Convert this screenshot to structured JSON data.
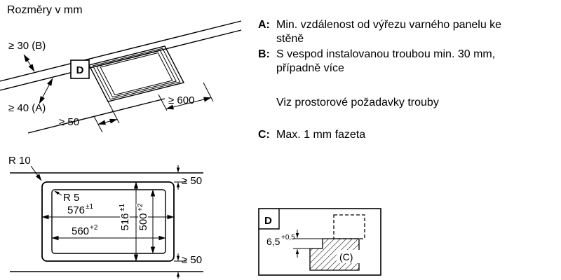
{
  "title": "Rozměry v mm",
  "iso_view": {
    "dim_wall_b": "≥ 30 (B)",
    "detail_marker": "D",
    "dim_wall_a": "≥ 40 (A)",
    "dim_front": "≥ 50",
    "dim_depth": "≥ 600"
  },
  "plan_view": {
    "radius_outer": "R 10",
    "radius_inner": "R 5",
    "clearance_top": "≥ 50",
    "clearance_bottom": "≥ 50",
    "width_outer": "576",
    "width_outer_tol": "±1",
    "width_inner": "560",
    "width_inner_tol": "+2",
    "height_outer": "516",
    "height_outer_tol": "±1",
    "height_inner": "500",
    "height_inner_tol": "+2"
  },
  "notes": {
    "a_key": "A:",
    "a_text": "Min. vzdálenost od výřezu varného panelu ke stěně",
    "b_key": "B:",
    "b_text": "S vespod instalovanou troubou min. 30 mm, případně více",
    "oven_note": "Viz prostorové požadavky trouby",
    "c_key": "C:",
    "c_text": "Max. 1 mm fazeta"
  },
  "detail_view": {
    "label": "D",
    "dim_facet": "6,5",
    "dim_facet_tol": "+0,5",
    "c_marker": "(C)"
  }
}
